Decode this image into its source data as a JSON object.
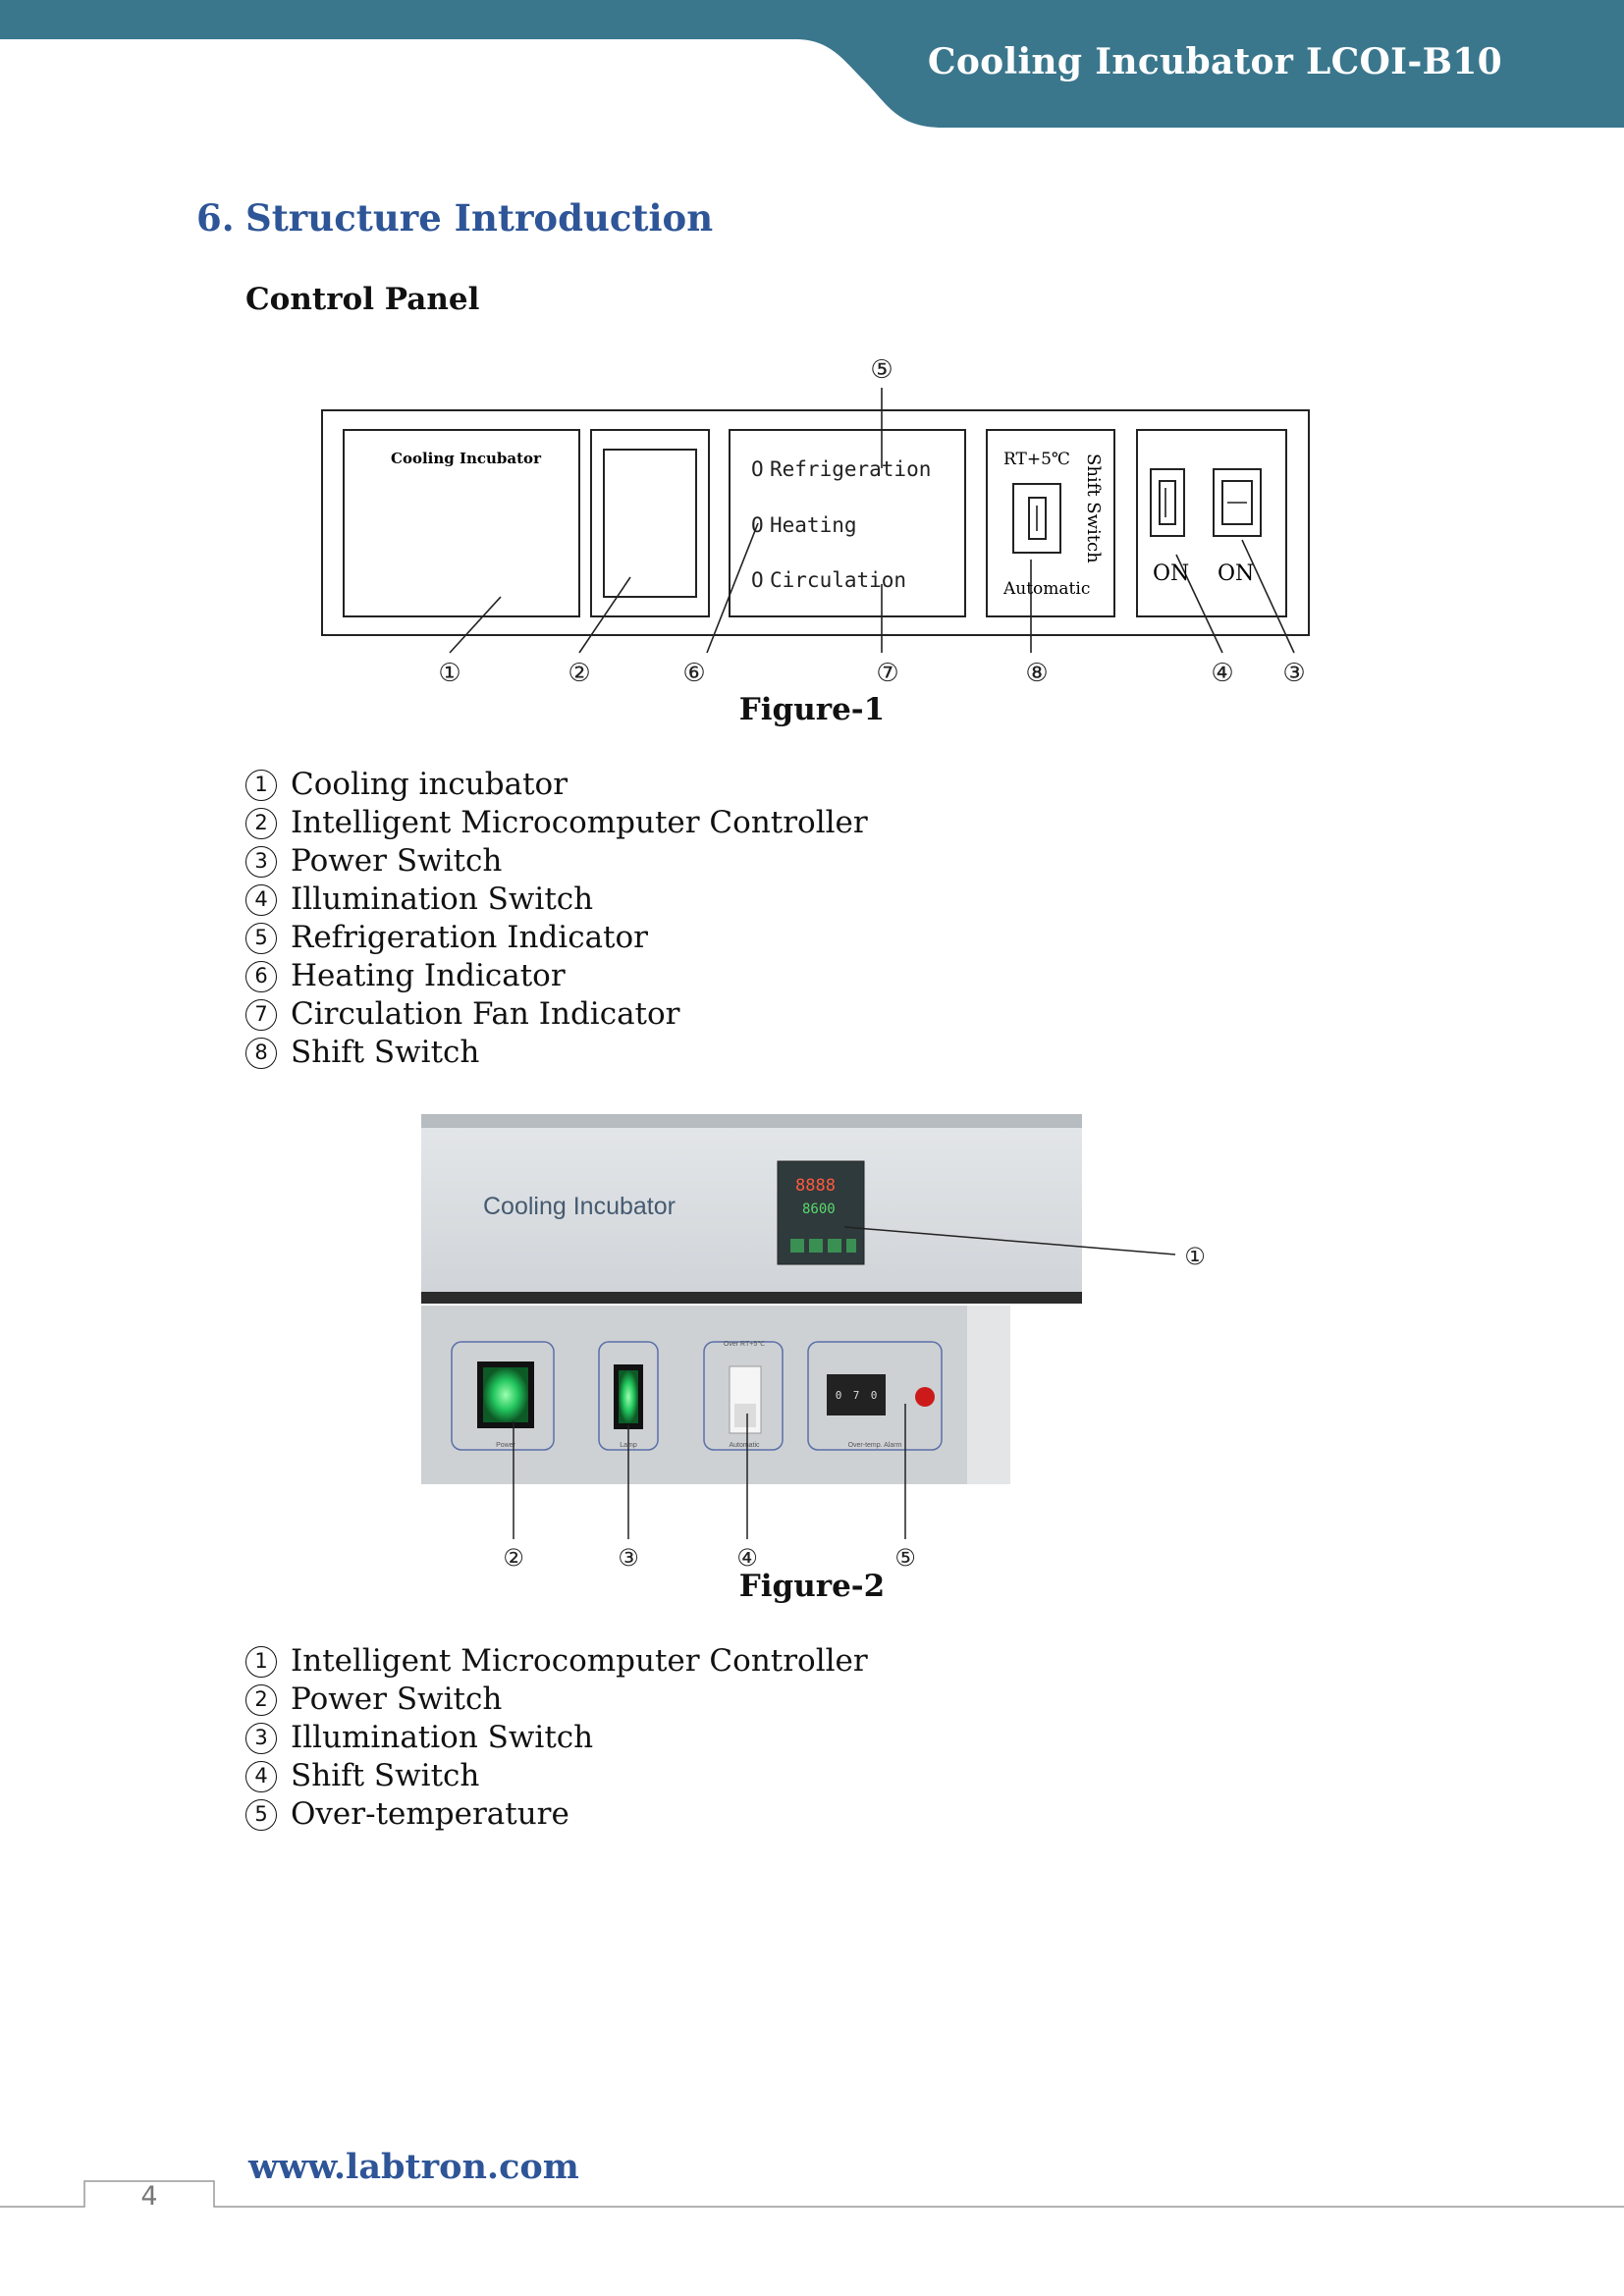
{
  "header": {
    "title": "Cooling Incubator LCOI-B10",
    "band_color": "#3a778d"
  },
  "section": {
    "number": "6.",
    "title": "Structure Introduction",
    "subheading": "Control Panel"
  },
  "figure1": {
    "caption": "Figure-1",
    "panel_title": "Cooling Incubator",
    "indicators": [
      "Refrigeration",
      "Heating",
      "Circulation"
    ],
    "indicator_bullet": "O",
    "shift_top_label": "RT+5℃",
    "shift_side_label": "Shift Switch",
    "shift_bottom_label": "Automatic",
    "on_label_1": "ON",
    "on_label_2": "ON",
    "callouts": [
      "①",
      "②",
      "⑥",
      "⑦",
      "⑧",
      "④",
      "③",
      "⑤"
    ]
  },
  "legend1": [
    {
      "num": "1",
      "text": "Cooling incubator"
    },
    {
      "num": "2",
      "text": "Intelligent Microcomputer Controller"
    },
    {
      "num": "3",
      "text": "Power Switch"
    },
    {
      "num": "4",
      "text": "Illumination Switch"
    },
    {
      "num": "5",
      "text": "Refrigeration Indicator"
    },
    {
      "num": "6",
      "text": "Heating Indicator"
    },
    {
      "num": "7",
      "text": "Circulation Fan Indicator"
    },
    {
      "num": "8",
      "text": "Shift Switch"
    }
  ],
  "figure2": {
    "caption": "Figure-2",
    "photo_title": "Cooling Incubator",
    "display_top": "8888",
    "display_bottom": "8600",
    "lower_labels": [
      "Power",
      "Lamp",
      "Automatic",
      "Over-temp. Alarm"
    ],
    "shift_top": "Over RT+5℃",
    "dial_digits": [
      "0",
      "7",
      "0"
    ],
    "callouts": [
      "①",
      "②",
      "③",
      "④",
      "⑤"
    ],
    "colors": {
      "panel": "#dcdfe2",
      "lamp_on": "#22c55e",
      "alarm": "#cc1a1a"
    }
  },
  "legend2": [
    {
      "num": "1",
      "text": "Intelligent Microcomputer Controller"
    },
    {
      "num": "2",
      "text": "Power Switch"
    },
    {
      "num": "3",
      "text": "Illumination Switch"
    },
    {
      "num": "4",
      "text": "Shift Switch"
    },
    {
      "num": "5",
      "text": "Over-temperature"
    }
  ],
  "footer": {
    "url": "www.labtron.com",
    "page": "4"
  }
}
